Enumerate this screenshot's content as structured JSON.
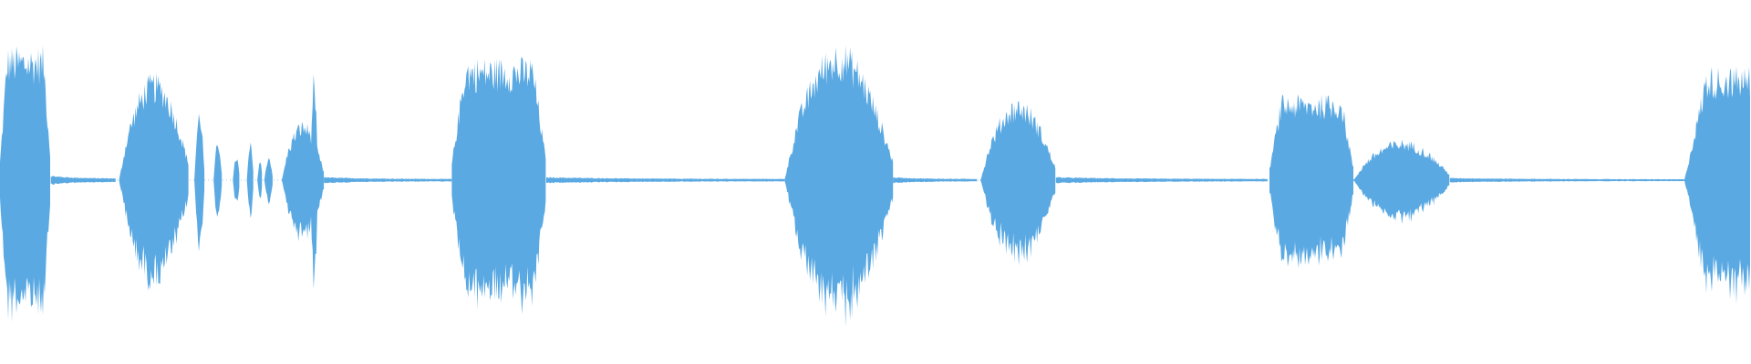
{
  "waveform": {
    "color": "#5ba9e2",
    "background": "#ffffff",
    "duration_fraction_max": 1.0,
    "amplitude_max": 1.0,
    "segments": [
      {
        "start": 0.0,
        "end": 0.029,
        "peak": 0.85,
        "shape": "plateau"
      },
      {
        "start": 0.029,
        "end": 0.066,
        "peak": 0.03,
        "shape": "tail"
      },
      {
        "start": 0.068,
        "end": 0.108,
        "peak": 0.68,
        "shape": "rise-fall"
      },
      {
        "start": 0.111,
        "end": 0.117,
        "peak": 0.46,
        "shape": "burst"
      },
      {
        "start": 0.122,
        "end": 0.127,
        "peak": 0.26,
        "shape": "burst"
      },
      {
        "start": 0.133,
        "end": 0.137,
        "peak": 0.16,
        "shape": "burst"
      },
      {
        "start": 0.141,
        "end": 0.145,
        "peak": 0.24,
        "shape": "burst"
      },
      {
        "start": 0.147,
        "end": 0.15,
        "peak": 0.14,
        "shape": "burst"
      },
      {
        "start": 0.151,
        "end": 0.156,
        "peak": 0.16,
        "shape": "burst"
      },
      {
        "start": 0.161,
        "end": 0.185,
        "peak": 0.38,
        "shape": "rise-fall"
      },
      {
        "start": 0.177,
        "end": 0.184,
        "peak": 0.7,
        "shape": "spike"
      },
      {
        "start": 0.185,
        "end": 0.258,
        "peak": 0.02,
        "shape": "tail"
      },
      {
        "start": 0.258,
        "end": 0.312,
        "peak": 0.78,
        "shape": "plateau"
      },
      {
        "start": 0.312,
        "end": 0.448,
        "peak": 0.02,
        "shape": "tail"
      },
      {
        "start": 0.448,
        "end": 0.51,
        "peak": 0.88,
        "shape": "rise-fall"
      },
      {
        "start": 0.51,
        "end": 0.558,
        "peak": 0.02,
        "shape": "tail"
      },
      {
        "start": 0.56,
        "end": 0.603,
        "peak": 0.52,
        "shape": "rise-fall"
      },
      {
        "start": 0.603,
        "end": 0.724,
        "peak": 0.02,
        "shape": "tail"
      },
      {
        "start": 0.725,
        "end": 0.773,
        "peak": 0.54,
        "shape": "plateau"
      },
      {
        "start": 0.773,
        "end": 0.828,
        "peak": 0.26,
        "shape": "rise-fall"
      },
      {
        "start": 0.828,
        "end": 0.962,
        "peak": 0.015,
        "shape": "tail"
      },
      {
        "start": 0.962,
        "end": 1.0,
        "peak": 0.72,
        "shape": "rise"
      }
    ]
  }
}
